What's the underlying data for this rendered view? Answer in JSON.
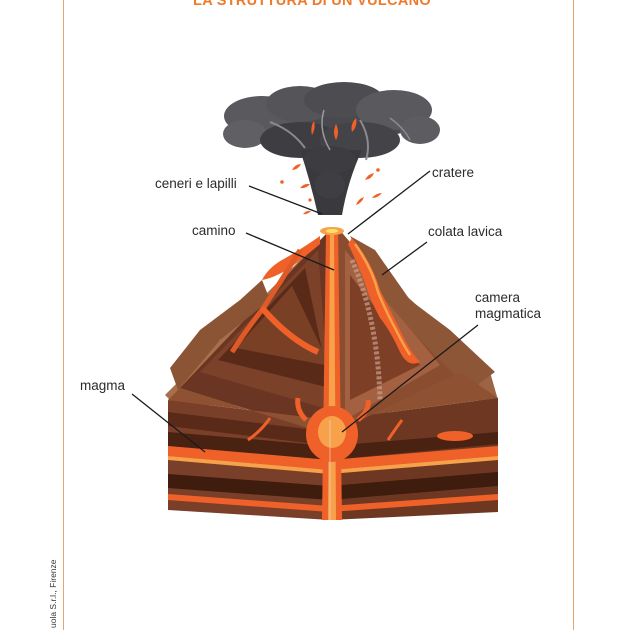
{
  "title": "LA STRUTTURA DI UN VULCANO",
  "labels": {
    "ceneri": "ceneri e lapilli",
    "camino": "camino",
    "cratere": "cratere",
    "colata": "colata lavica",
    "camera_line1": "camera",
    "camera_line2": "magmatica",
    "magma": "magma"
  },
  "credit": "uola S.r.l., Firenze",
  "colors": {
    "accent": "#ee7a2b",
    "lava": "#f0612a",
    "lava_light": "#f7a14a",
    "rock_dark": "#5a2e1c",
    "rock_mid": "#7c4a32",
    "rock_light": "#a2704f",
    "smoke": "#4a4a4e"
  }
}
